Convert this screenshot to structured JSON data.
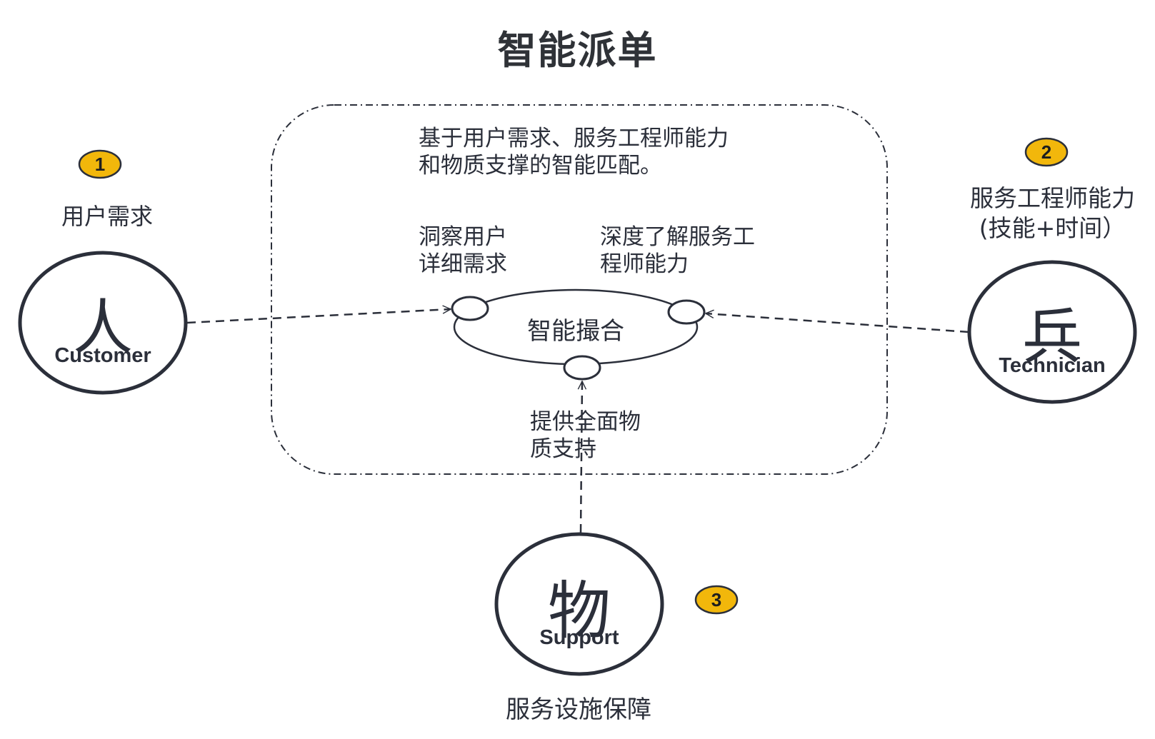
{
  "title": "智能派单",
  "center_box": {
    "description": "基于用户需求、服务工程师能力\n和物质支撑的智能匹配。",
    "match_label": "智能撮合",
    "left_note": "洞察用户\n详细需求",
    "right_note": "深度了解服务工\n程师能力",
    "bottom_note": "提供全面物\n质支持"
  },
  "actors": [
    {
      "char": "人",
      "label": "Customer",
      "badge": "1",
      "caption": "用户需求"
    },
    {
      "char": "兵",
      "label": "Technician",
      "badge": "2",
      "caption": "服务工程师能力\n(技能+时间）"
    },
    {
      "char": "物",
      "label": "Support",
      "badge": "3",
      "caption": "服务设施保障"
    }
  ],
  "colors": {
    "stroke": "#2b2f3a",
    "badge_fill": "#f2b70b",
    "badge_stroke": "#2b2f3a",
    "text": "#2b2f3a"
  }
}
